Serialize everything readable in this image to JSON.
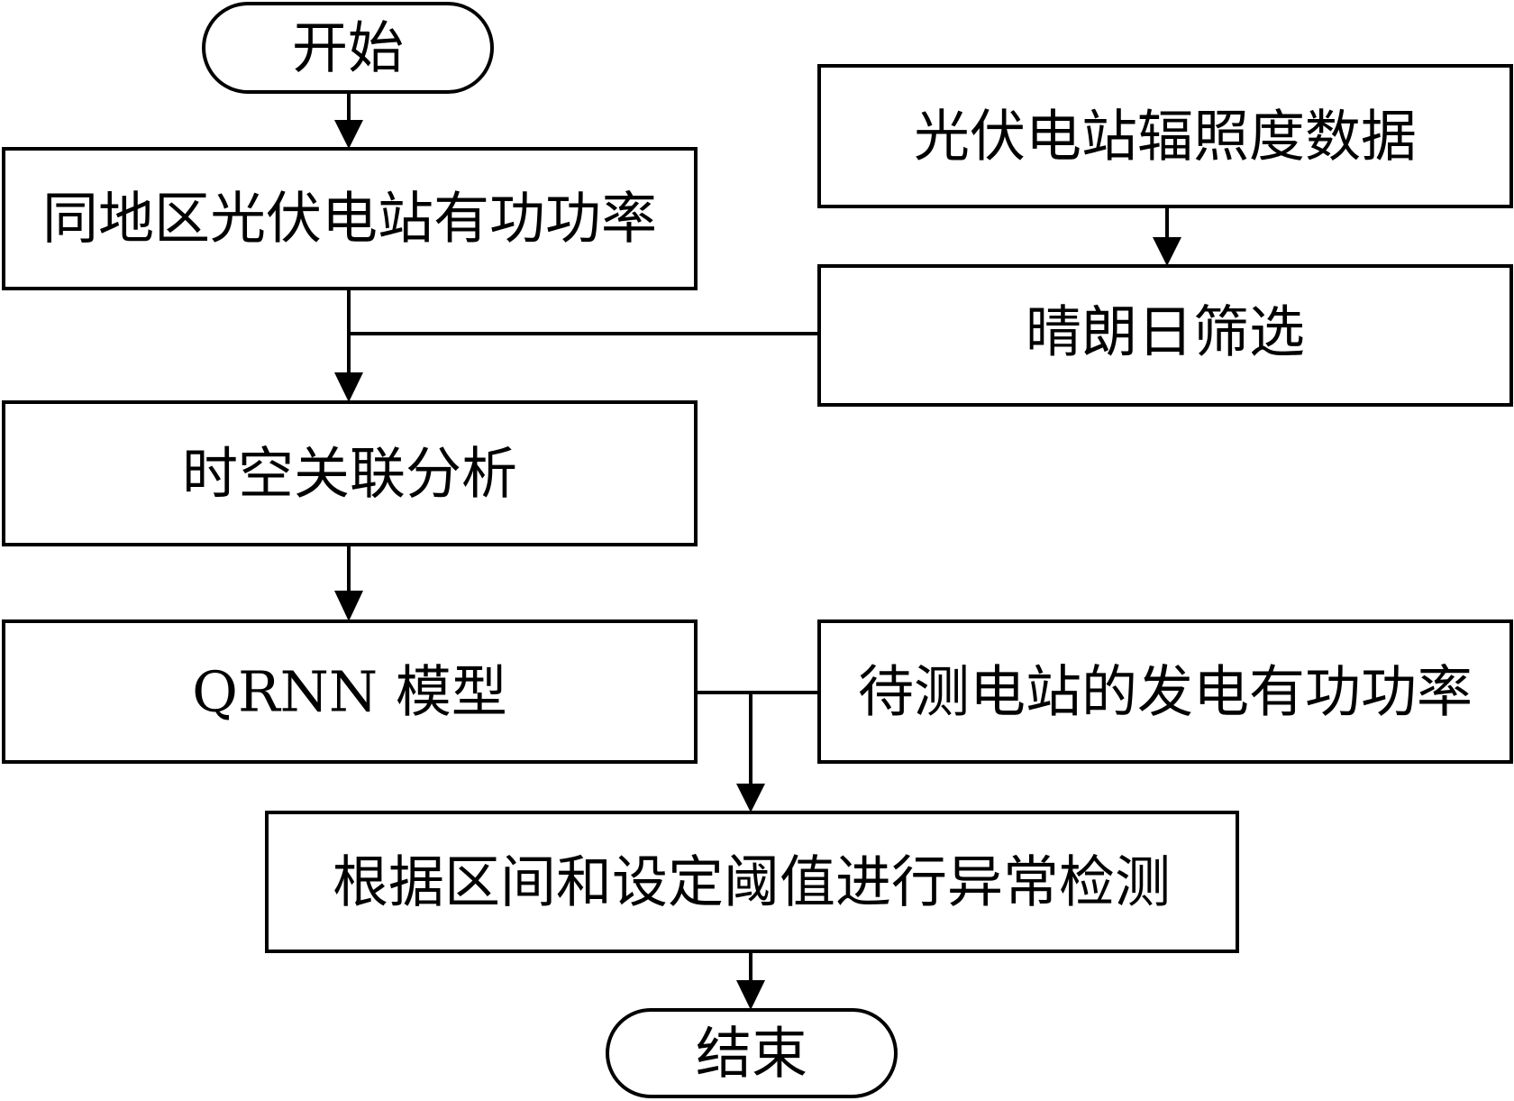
{
  "diagram": {
    "type": "flowchart",
    "nodes": {
      "start": "开始",
      "regional_power": "同地区光伏电站有功功率",
      "irradiance_data": "光伏电站辐照度数据",
      "clear_day_filter": "晴朗日筛选",
      "spatiotemporal_analysis": "时空关联分析",
      "qrnn_model": "QRNN 模型",
      "target_station_power": "待测电站的发电有功功率",
      "anomaly_detection": "根据区间和设定阈值进行异常检测",
      "end": "结束"
    },
    "edges": [
      {
        "from": "start",
        "to": "regional_power"
      },
      {
        "from": "irradiance_data",
        "to": "clear_day_filter"
      },
      {
        "from": "regional_power",
        "to": "spatiotemporal_analysis"
      },
      {
        "from": "clear_day_filter",
        "to": "spatiotemporal_analysis"
      },
      {
        "from": "spatiotemporal_analysis",
        "to": "qrnn_model"
      },
      {
        "from": "qrnn_model",
        "to": "anomaly_detection"
      },
      {
        "from": "target_station_power",
        "to": "anomaly_detection"
      },
      {
        "from": "anomaly_detection",
        "to": "end"
      }
    ]
  }
}
